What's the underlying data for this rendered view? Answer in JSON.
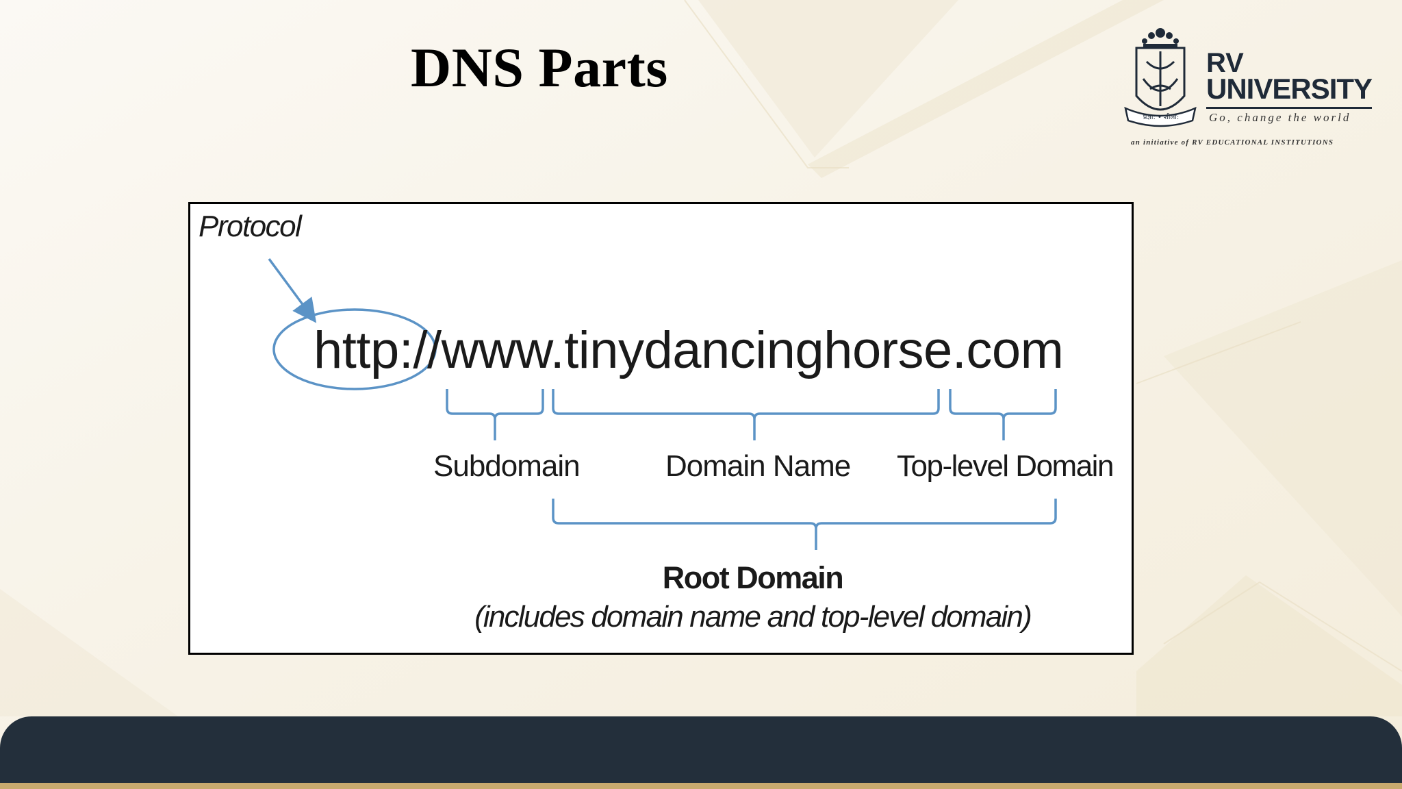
{
  "slide": {
    "title": "DNS Parts"
  },
  "logo": {
    "name_line1": "RV",
    "name_line2": "UNIVERSITY",
    "tagline": "Go, change the world",
    "initiative": "an initiative of RV EDUCATIONAL INSTITUTIONS",
    "seal_text": "प्रज्ञा: • शीला:"
  },
  "diagram": {
    "protocol_label": "Protocol",
    "url": "http://www.tinydancinghorse.com",
    "subdomain_label": "Subdomain",
    "domain_name_label": "Domain Name",
    "tld_label": "Top-level Domain",
    "root_domain_label": "Root Domain",
    "root_domain_description": "(includes domain name and top-level domain)",
    "annotation_color": "#5b93c6"
  },
  "theme": {
    "background": "#f8f5ee",
    "footer": "#232f3b",
    "footer_accent": "#c8aa6e"
  }
}
